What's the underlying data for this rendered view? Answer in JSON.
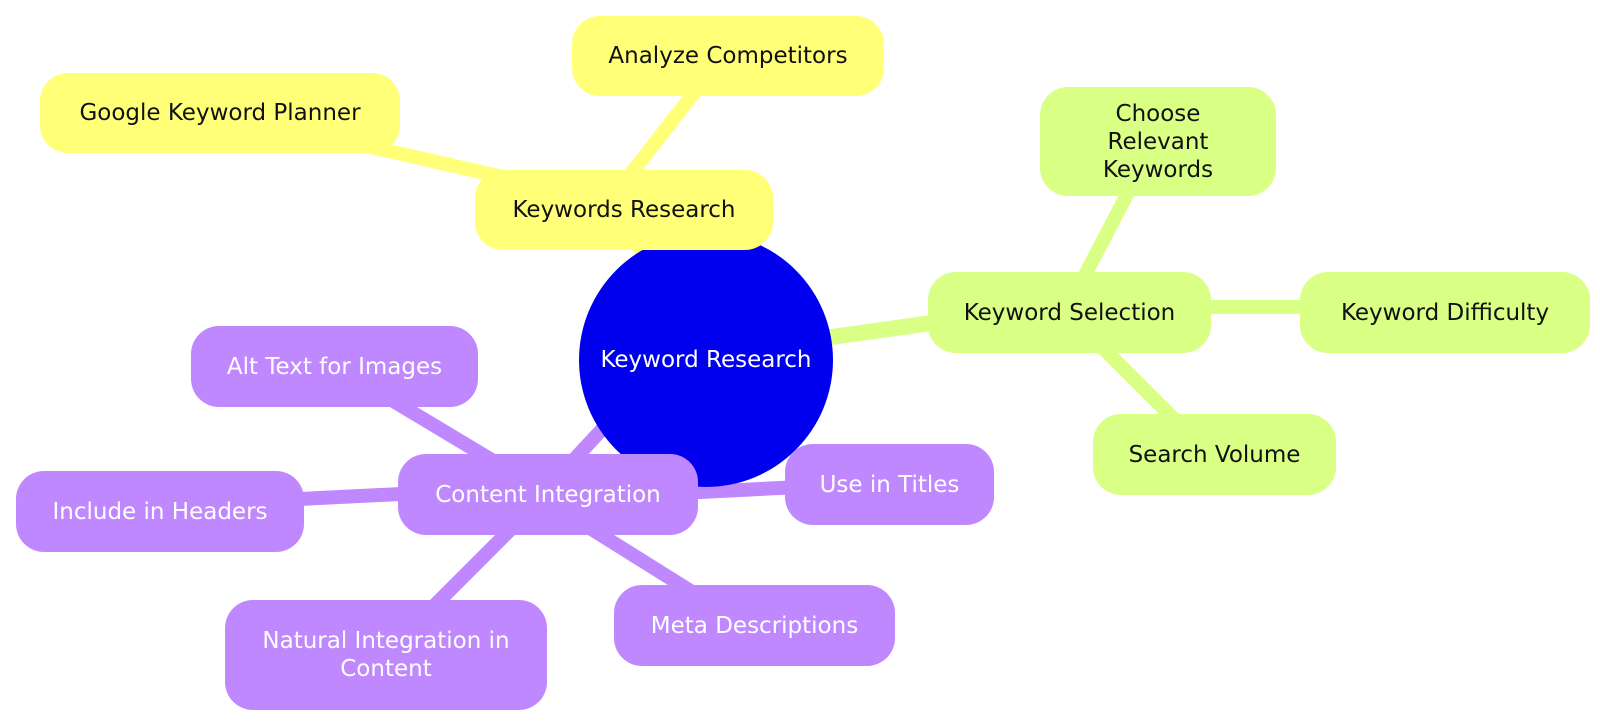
{
  "colors": {
    "root": "#0000ee",
    "keywords_research_branch": "#ffff78",
    "keyword_selection_branch": "#d9ff84",
    "content_integration_branch": "#c088ff"
  },
  "mindmap": {
    "root": "Keyword Research",
    "branches": [
      {
        "label": "Keywords Research",
        "children": [
          "Google Keyword Planner",
          "Analyze Competitors"
        ]
      },
      {
        "label": "Keyword Selection",
        "children": [
          "Choose Relevant Keywords",
          "Keyword Difficulty",
          "Search Volume"
        ]
      },
      {
        "label": "Content Integration",
        "children": [
          "Alt Text for Images",
          "Include in Headers",
          "Natural Integration in Content",
          "Meta Descriptions",
          "Use in Titles"
        ]
      }
    ]
  }
}
